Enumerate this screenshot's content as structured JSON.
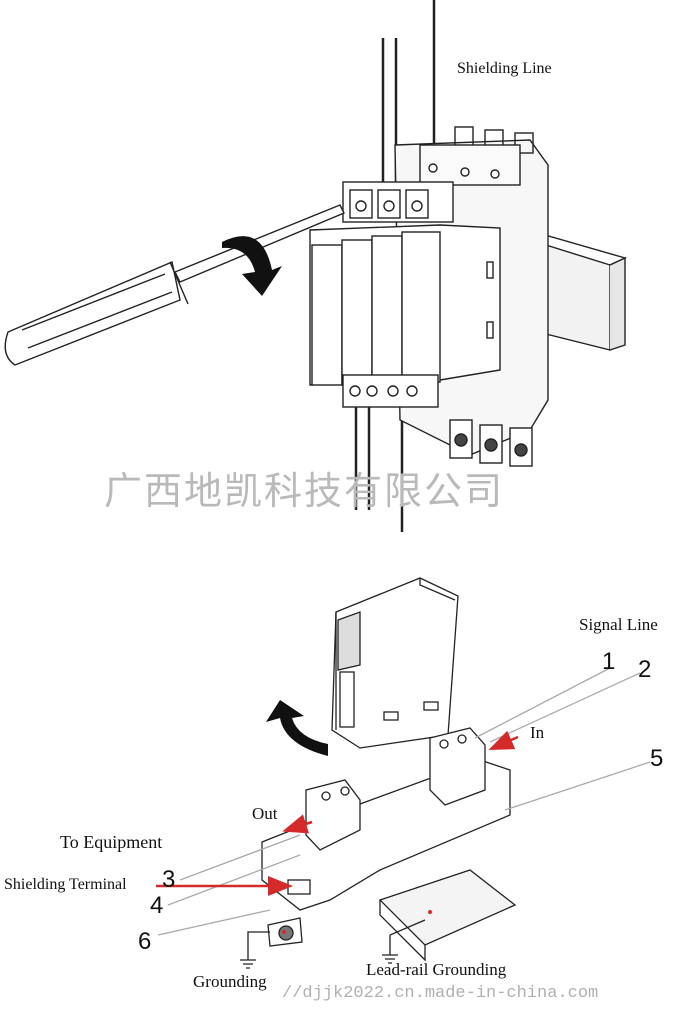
{
  "top_figure": {
    "labels": {
      "shielding_line": "Shielding Line"
    }
  },
  "bottom_figure": {
    "labels": {
      "signal_line": "Signal Line",
      "in": "In",
      "out": "Out",
      "to_equipment": "To Equipment",
      "shielding_terminal": "Shielding Terminal",
      "grounding": "Grounding",
      "lead_rail_grounding": "Lead-rail Grounding"
    },
    "callouts": [
      "1",
      "2",
      "3",
      "4",
      "5",
      "6"
    ]
  },
  "watermark": {
    "company": "广西地凯科技有限公司",
    "url": "//djjk2022.cn.made-in-china.com"
  },
  "colors": {
    "line": "#222222",
    "accent_arrow": "#d42a2a",
    "watermark": "#b9b9b9"
  }
}
